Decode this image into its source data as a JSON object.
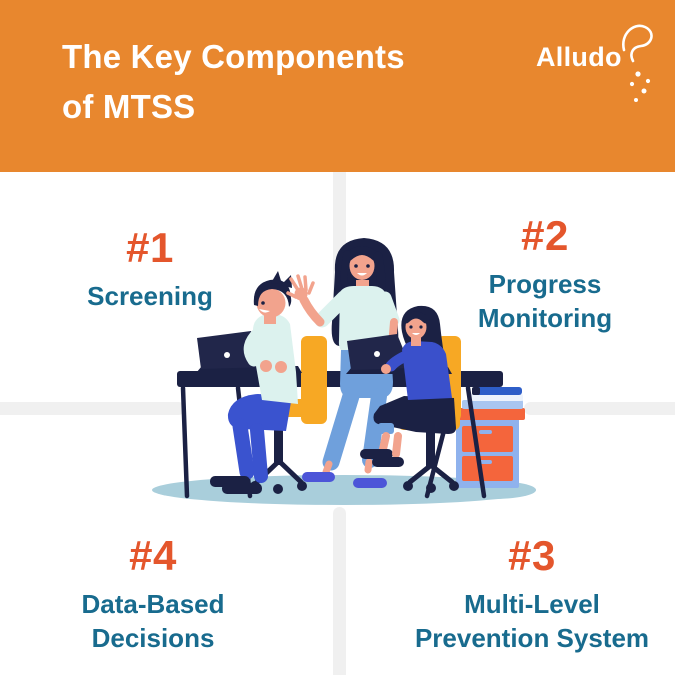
{
  "header": {
    "title_lines": [
      "The Key Components",
      "of MTSS"
    ],
    "logo_text": "Alludo"
  },
  "components": [
    {
      "number": "#1",
      "lines": [
        "Screening"
      ]
    },
    {
      "number": "#2",
      "lines": [
        "Progress",
        "Monitoring"
      ]
    },
    {
      "number": "#3",
      "lines": [
        "Multi-Level",
        "Prevention System"
      ]
    },
    {
      "number": "#4",
      "lines": [
        "Data-Based",
        "Decisions"
      ]
    }
  ],
  "colors": {
    "header_bg": "#E8872E",
    "number_accent": "#E4562C",
    "label_teal": "#186B8E",
    "divider_gray": "#F0F0F0",
    "illustration_navy": "#1B2144",
    "illustration_mint": "#DCF2EE",
    "illustration_skin": "#F2A38D",
    "illustration_jeans_blue": "#6FA0DC",
    "illustration_royal_blue": "#3A53CF",
    "illustration_chair_yellow": "#F7A824",
    "illustration_drawer_orange": "#F4653C",
    "illustration_cabinet_blue": "#8FB2ED",
    "illustration_floor_teal": "#A9CEDB"
  },
  "illustration": {
    "name": "teacher-with-two-students-at-laptops",
    "elements": [
      "teacher",
      "student-boy",
      "student-girl",
      "laptops",
      "desk",
      "office-chairs",
      "drawer-cabinet",
      "books"
    ]
  }
}
